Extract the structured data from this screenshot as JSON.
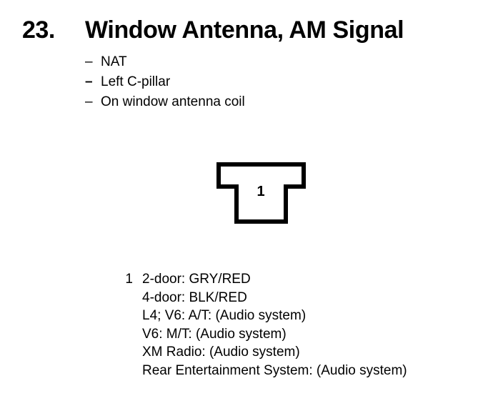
{
  "page": {
    "background_color": "#ffffff",
    "ink_color": "#000000"
  },
  "header": {
    "number": "23.",
    "title": "Window Antenna, AM Signal"
  },
  "details": {
    "dash": "–",
    "items": [
      {
        "text": "NAT"
      },
      {
        "text": "Left C-pillar"
      },
      {
        "text": "On window antenna coil"
      }
    ]
  },
  "symbol": {
    "name": "t-shaped-connector",
    "pin_label": "1",
    "stroke_width": 6
  },
  "legend": {
    "rows": [
      {
        "index": "1",
        "text": "2-door: GRY/RED"
      },
      {
        "index": "",
        "text": "4-door: BLK/RED"
      },
      {
        "index": "",
        "text": "L4; V6: A/T: (Audio system)"
      },
      {
        "index": "",
        "text": "V6: M/T: (Audio system)"
      },
      {
        "index": "",
        "text": "XM Radio: (Audio system)"
      },
      {
        "index": "",
        "text": "Rear Entertainment System: (Audio system)"
      }
    ]
  }
}
